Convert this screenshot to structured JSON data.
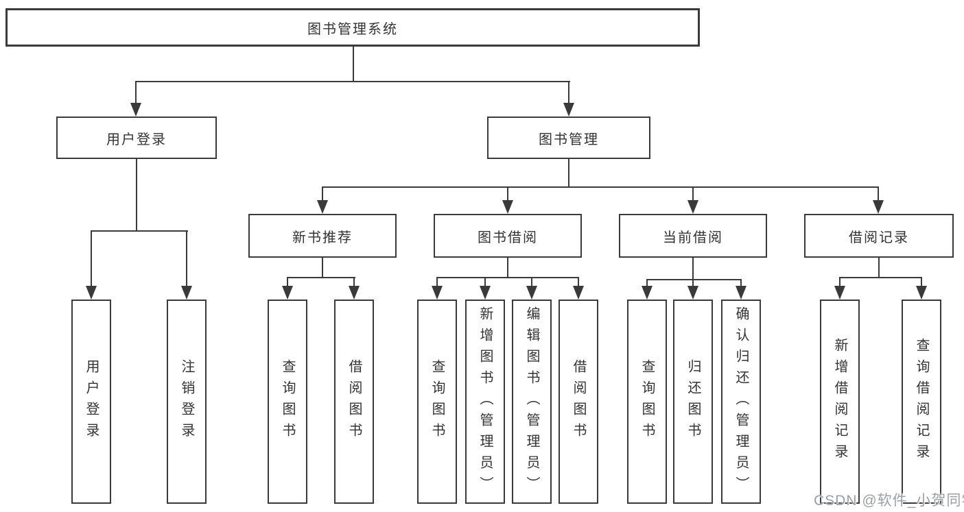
{
  "diagram": {
    "title": "图书管理系统",
    "branches": [
      {
        "label": "用户登录",
        "children": [
          "用户登录",
          "注销登录"
        ]
      },
      {
        "label": "图书管理",
        "sections": [
          {
            "label": "新书推荐",
            "children": [
              "查询图书",
              "借阅图书"
            ]
          },
          {
            "label": "图书借阅",
            "children": [
              "查询图书",
              "新增图书（管理员）",
              "编辑图书（管理员）",
              "借阅图书"
            ]
          },
          {
            "label": "当前借阅",
            "children": [
              "查询图书",
              "归还图书",
              "确认归还（管理员）"
            ]
          },
          {
            "label": "借阅记录",
            "children": [
              "新增借阅记录",
              "查询借阅记录"
            ]
          }
        ]
      }
    ]
  },
  "watermark": {
    "text": "CSDN @软件_小贺同学"
  },
  "colors": {
    "line": "#3a3a3a",
    "text": "#333333",
    "background": "#ffffff",
    "watermark": "#9b9fa3"
  }
}
